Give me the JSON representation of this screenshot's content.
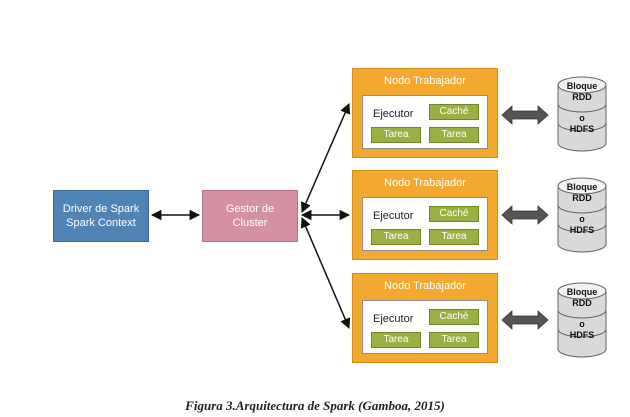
{
  "driver": {
    "line1": "Driver de Spark",
    "line2": "Spark Context"
  },
  "gestor": {
    "line1": "Gestor de",
    "line2": "Cluster"
  },
  "workers": [
    {
      "title": "Nodo Trabajador",
      "executor": "Ejecutor",
      "cache": "Caché",
      "task1": "Tarea",
      "task2": "Tarea"
    },
    {
      "title": "Nodo Trabajador",
      "executor": "Ejecutor",
      "cache": "Caché",
      "task1": "Tarea",
      "task2": "Tarea"
    },
    {
      "title": "Nodo Trabajador",
      "executor": "Ejecutor",
      "cache": "Caché",
      "task1": "Tarea",
      "task2": "Tarea"
    }
  ],
  "storage": [
    {
      "line1": "Bloque",
      "line2": "RDD",
      "line3": "o",
      "line4": "HDFS"
    },
    {
      "line1": "Bloque",
      "line2": "RDD",
      "line3": "o",
      "line4": "HDFS"
    },
    {
      "line1": "Bloque",
      "line2": "RDD",
      "line3": "o",
      "line4": "HDFS"
    }
  ],
  "caption": "Figura 3.Arquitectura de Spark (Gamboa, 2015)",
  "colors": {
    "driver": "#4f84b4",
    "gestor": "#d491a3",
    "worker": "#f3a92f",
    "cell": "#9bb043",
    "double_arrow": "#555555"
  }
}
